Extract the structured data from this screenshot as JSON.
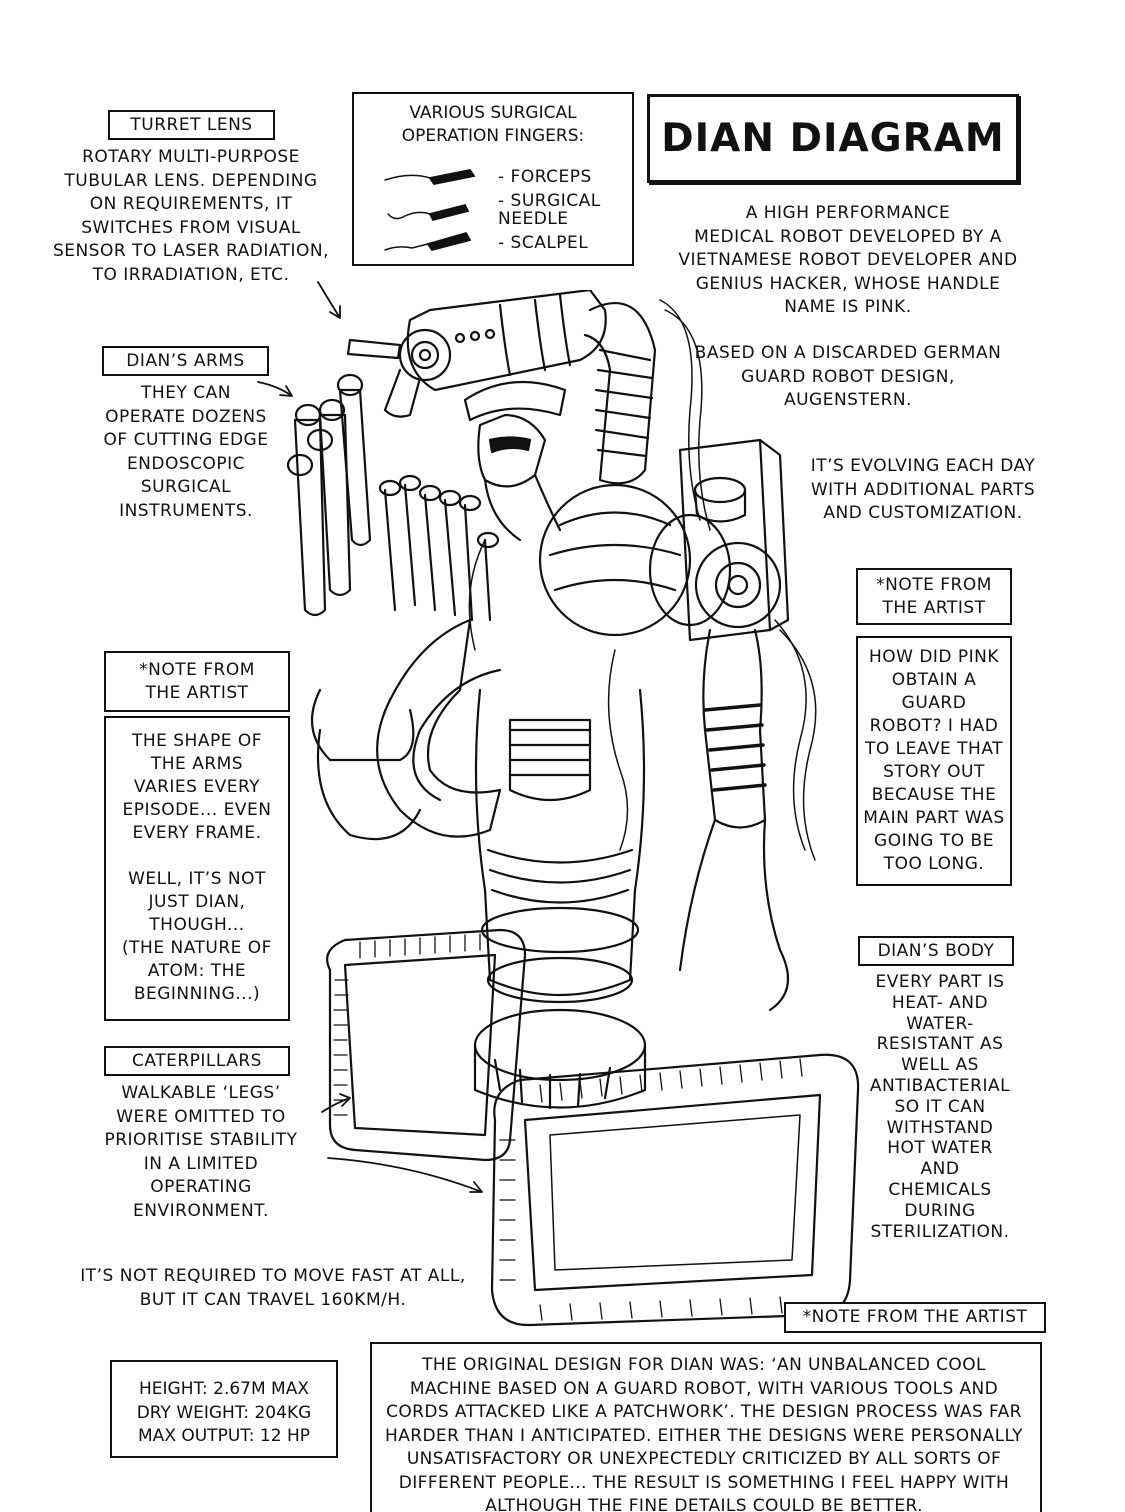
{
  "title": "DIAN DIAGRAM",
  "fingers": {
    "heading": "VARIOUS SURGICAL\nOPERATION FINGERS:",
    "items": [
      "- FORCEPS",
      "- SURGICAL\nNEEDLE",
      "- SCALPEL"
    ]
  },
  "turret": {
    "label": "TURRET LENS",
    "text": "ROTARY MULTI-PURPOSE\nTUBULAR LENS. DEPENDING\nON REQUIREMENTS, IT\nSWITCHES FROM VISUAL\nSENSOR TO LASER RADIATION,\nTO IRRADIATION, ETC."
  },
  "intro": {
    "p1": "A HIGH PERFORMANCE\nMEDICAL ROBOT DEVELOPED BY A\nVIETNAMESE ROBOT DEVELOPER AND\nGENIUS HACKER, WHOSE HANDLE\nNAME IS PINK.",
    "p2": "BASED ON A DISCARDED GERMAN\nGUARD ROBOT DESIGN,\nAUGENSTERN.",
    "p3": "IT’S EVOLVING EACH DAY\nWITH ADDITIONAL PARTS\nAND CUSTOMIZATION."
  },
  "arms": {
    "label": "DIAN’S ARMS",
    "text": "THEY CAN\nOPERATE DOZENS\nOF CUTTING EDGE\nENDOSCOPIC\nSURGICAL\nINSTRUMENTS."
  },
  "note_left": {
    "label": "*NOTE FROM\nTHE ARTIST",
    "text": "THE SHAPE OF\nTHE ARMS\nVARIES EVERY\nEPISODE... EVEN\nEVERY FRAME.\n\nWELL, IT’S NOT\nJUST DIAN,\nTHOUGH...\n(THE NATURE OF\nATOM: THE\nBEGINNING...)"
  },
  "note_right": {
    "label": "*NOTE FROM\nTHE ARTIST",
    "text": "HOW DID PINK\nOBTAIN A\nGUARD\nROBOT? I HAD\nTO LEAVE THAT\nSTORY OUT\nBECAUSE THE\nMAIN PART WAS\nGOING TO BE\nTOO LONG."
  },
  "body": {
    "label": "DIAN’S BODY",
    "text": "EVERY PART IS\nHEAT- AND\nWATER-\nRESISTANT AS\nWELL AS\nANTIBACTERIAL\nSO IT CAN\nWITHSTAND\nHOT WATER\nAND\nCHEMICALS\nDURING\nSTERILIZATION."
  },
  "caterpillars": {
    "label": "CATERPILLARS",
    "text": "WALKABLE ‘LEGS’\nWERE OMITTED TO\nPRIORITISE STABILITY\nIN A LIMITED\nOPERATING\nENVIRONMENT."
  },
  "speed": "IT’S NOT REQUIRED TO MOVE FAST AT ALL,\nBUT IT CAN TRAVEL 160KM/H.",
  "note_bottom": {
    "label": "*NOTE FROM THE ARTIST",
    "text": "THE ORIGINAL DESIGN FOR DIAN WAS: ‘AN UNBALANCED COOL MACHINE BASED ON A GUARD ROBOT, WITH VARIOUS TOOLS AND CORDS ATTACKED LIKE A PATCHWORK’. THE DESIGN PROCESS WAS FAR HARDER THAN I ANTICIPATED. EITHER THE DESIGNS WERE PERSONALLY UNSATISFACTORY OR UNEXPECTEDLY CRITICIZED BY ALL SORTS OF DIFFERENT PEOPLE... THE RESULT IS SOMETHING I FEEL HAPPY WITH ALTHOUGH THE FINE DETAILS COULD BE BETTER."
  },
  "specs": {
    "height": "HEIGHT: 2.67M MAX",
    "weight": "DRY WEIGHT: 204KG",
    "output": "MAX OUTPUT: 12 HP"
  }
}
